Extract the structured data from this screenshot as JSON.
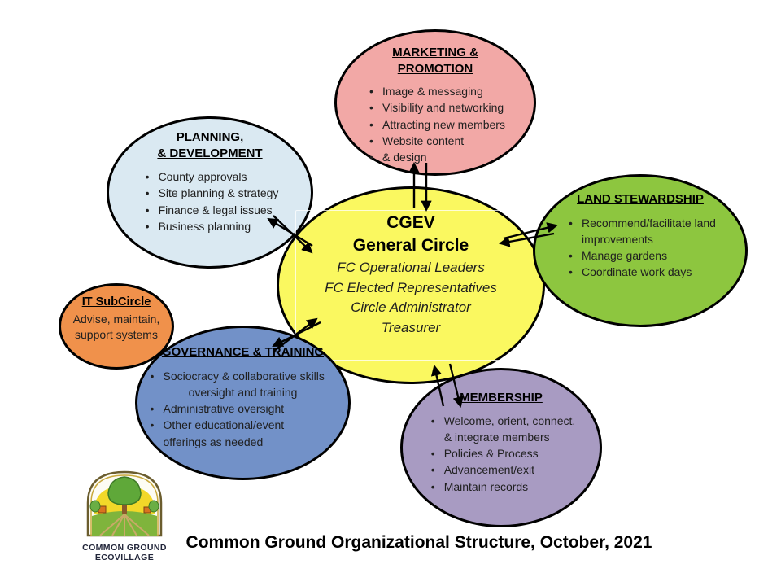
{
  "caption": "Common Ground Organizational Structure, October, 2021",
  "colors": {
    "marketing": "#F2A8A6",
    "planning": "#DAE9F2",
    "general_circle": "#FAF860",
    "land": "#8DC63F",
    "it": "#F0914B",
    "governance": "#7291C8",
    "membership": "#A89BC2",
    "outline": "#000000"
  },
  "general_circle": {
    "title_line1": "CGEV",
    "title_line2": "General Circle",
    "roles": [
      "FC Operational Leaders",
      "FC Elected Representatives",
      "Circle Administrator",
      "Treasurer"
    ]
  },
  "marketing": {
    "title_line1": "MARKETING &",
    "title_line2": "PROMOTION",
    "items": [
      "Image & messaging",
      "Visibility and networking",
      "Attracting new members",
      "Website content",
      "& design"
    ]
  },
  "planning": {
    "title_line1": "PLANNING,",
    "title_line2": "& DEVELOPMENT",
    "items": [
      "County approvals",
      "Site planning & strategy",
      "Finance & legal issues",
      "Business planning"
    ]
  },
  "land": {
    "title": "LAND STEWARDSHIP",
    "items": [
      "Recommend/facilitate land",
      "improvements",
      "Manage gardens",
      "Coordinate work days"
    ]
  },
  "it": {
    "title": "IT SubCircle",
    "lines": [
      "Advise, maintain,",
      "support systems"
    ]
  },
  "governance": {
    "title": "GOVERNANCE & TRAINING",
    "items": [
      "Sociocracy & collaborative skills",
      "oversight and training",
      "Administrative oversight",
      "Other educational/event",
      "offerings as needed"
    ]
  },
  "membership": {
    "title": "MEMBERSHIP",
    "items": [
      "Welcome, orient, connect,",
      "& integrate members",
      "Policies & Process",
      "Advancement/exit",
      "Maintain records"
    ]
  },
  "logo": {
    "line1": "COMMON GROUND",
    "line2": "— ECOVILLAGE —"
  },
  "connections": [
    {
      "between": [
        "general_circle",
        "marketing"
      ],
      "style": "two-way arrows"
    },
    {
      "between": [
        "general_circle",
        "planning"
      ],
      "style": "two-way arrows"
    },
    {
      "between": [
        "general_circle",
        "land"
      ],
      "style": "two-way arrows"
    },
    {
      "between": [
        "general_circle",
        "governance"
      ],
      "style": "two-way arrows"
    },
    {
      "between": [
        "general_circle",
        "membership"
      ],
      "style": "two-way arrows"
    }
  ]
}
